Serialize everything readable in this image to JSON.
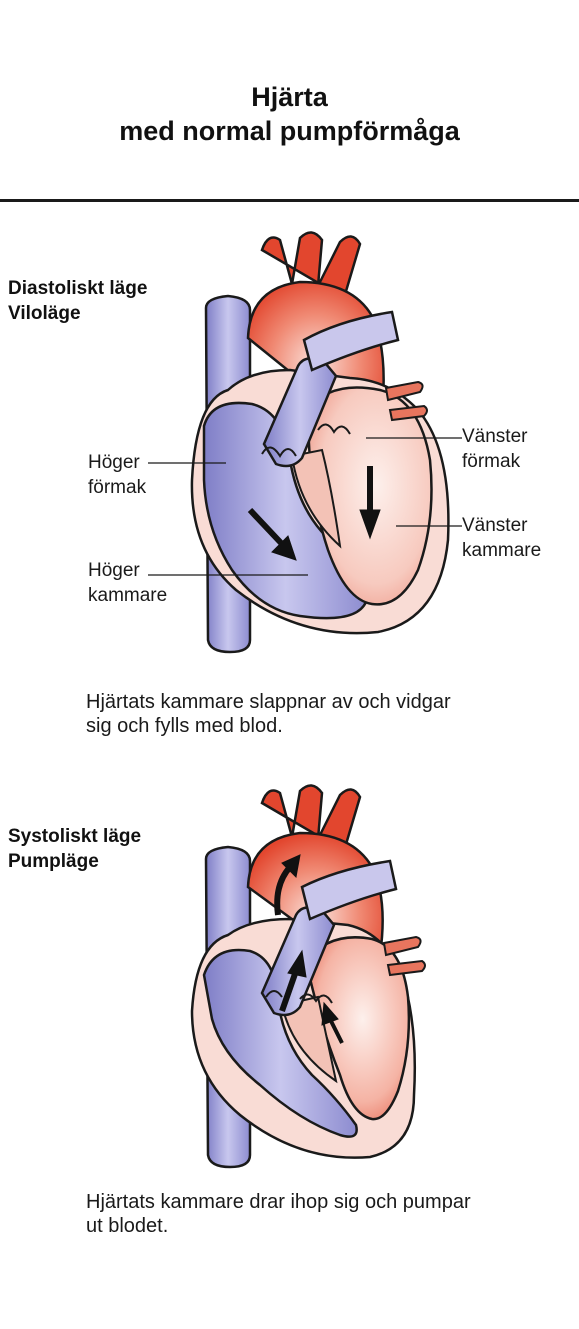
{
  "header": {
    "title_line1": "Hjärta",
    "title_line2": "med normal pumpförmåga"
  },
  "diastole": {
    "state_line1": "Diastoliskt läge",
    "state_line2": "Viloläge",
    "labels": {
      "right_atrium": [
        "Höger",
        "förmak"
      ],
      "right_ventricle": [
        "Höger",
        "kammare"
      ],
      "left_atrium": [
        "Vänster",
        "förmak"
      ],
      "left_ventricle": [
        "Vänster",
        "kammare"
      ]
    },
    "caption_line1": "Hjärtats kammare slappnar av och vidgar",
    "caption_line2": "sig och fylls med blod."
  },
  "systole": {
    "state_line1": "Systoliskt läge",
    "state_line2": "Pumpläge",
    "caption_line1": "Hjärtats kammare drar ihop sig och pumpar",
    "caption_line2": "ut blodet."
  },
  "colors": {
    "aorta_red": "#e2462e",
    "oxygenated_pink": "#f7c9bf",
    "deoxygenated_blue": "#a9a8dc",
    "outline": "#1a1a1a"
  }
}
